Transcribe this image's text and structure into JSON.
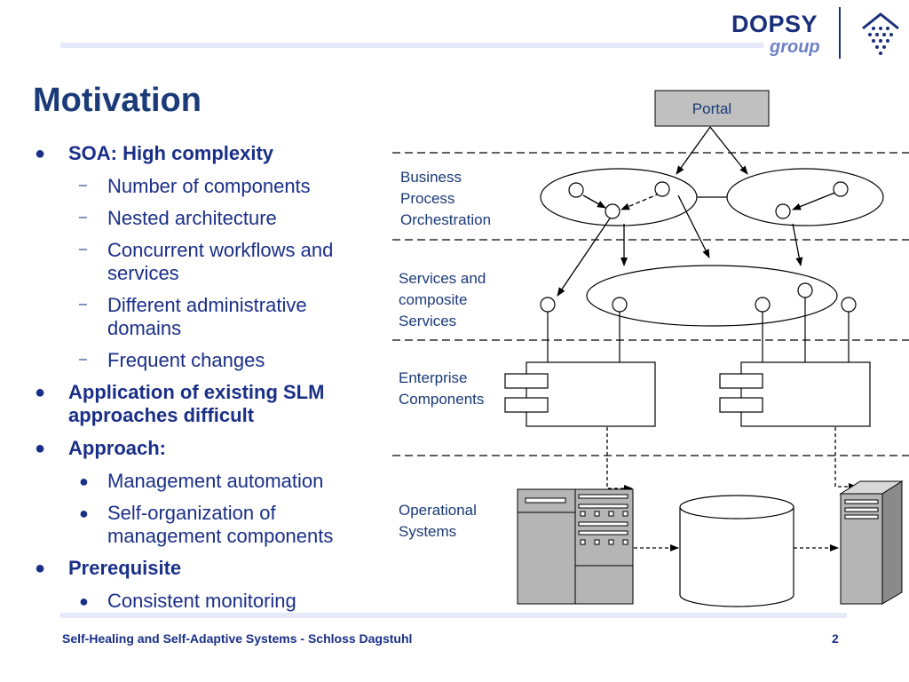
{
  "logo": {
    "main": "DOPSY",
    "sub": "group"
  },
  "title": "Motivation",
  "bullets": [
    {
      "text": "SOA: High complexity",
      "children": [
        {
          "text": "Number of components"
        },
        {
          "text": "Nested architecture"
        },
        {
          "text": "Concurrent workflows and services"
        },
        {
          "text": "Different administrative domains"
        },
        {
          "text": "Frequent changes"
        }
      ]
    },
    {
      "text": "Application of existing SLM approaches difficult"
    },
    {
      "text": "Approach:",
      "children": [
        {
          "text": "Management automation"
        },
        {
          "text": "Self-organization of management components"
        }
      ]
    },
    {
      "text": "Prerequisite",
      "children": [
        {
          "text": "Consistent monitoring"
        }
      ]
    }
  ],
  "diagram": {
    "portal": "Portal",
    "layers": {
      "business": "Business\nProcess\nOrchestration",
      "services": "Services and\ncomposite\nServices",
      "enterprise": "Enterprise\nComponents",
      "operational": "Operational\nSystems"
    }
  },
  "footer": {
    "left": "Self-Healing and Self-Adaptive Systems - Schloss Dagstuhl",
    "page": "2"
  }
}
